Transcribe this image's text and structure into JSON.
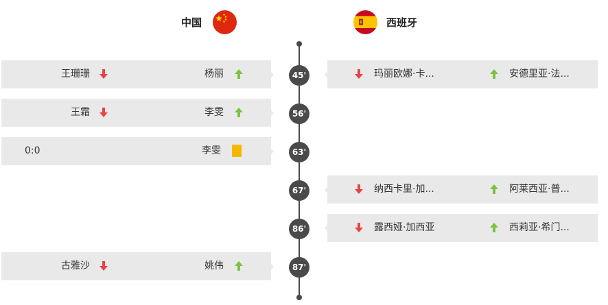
{
  "header": {
    "home_team": "中国",
    "away_team": "西班牙",
    "home_flag_icon": "china-flag-icon",
    "away_flag_icon": "spain-flag-icon"
  },
  "colors": {
    "out_arrow": "#e64545",
    "in_arrow": "#7cc243",
    "yellow_card": "#f5b800",
    "timeline": "#4a4a4a",
    "row_bg": "#e9e9e9"
  },
  "events": [
    {
      "minute": "45'",
      "home_out": "王珊珊",
      "home_in": "杨丽",
      "away_out": "玛丽欧娜·卡...",
      "away_in": "安德里亚·法..."
    },
    {
      "minute": "56'",
      "home_out": "王霜",
      "home_in": "李雯"
    },
    {
      "minute": "63'",
      "home_score": "0:0",
      "home_card_player": "李雯",
      "card_type": "yellow-card"
    },
    {
      "minute": "67'",
      "away_out": "纳西卡里·加...",
      "away_in": "阿莱西亚·普..."
    },
    {
      "minute": "86'",
      "away_out": "露西娅·加西亚",
      "away_in": "西莉亚·希门..."
    },
    {
      "minute": "87'",
      "home_out": "古雅沙",
      "home_in": "姚伟"
    }
  ]
}
